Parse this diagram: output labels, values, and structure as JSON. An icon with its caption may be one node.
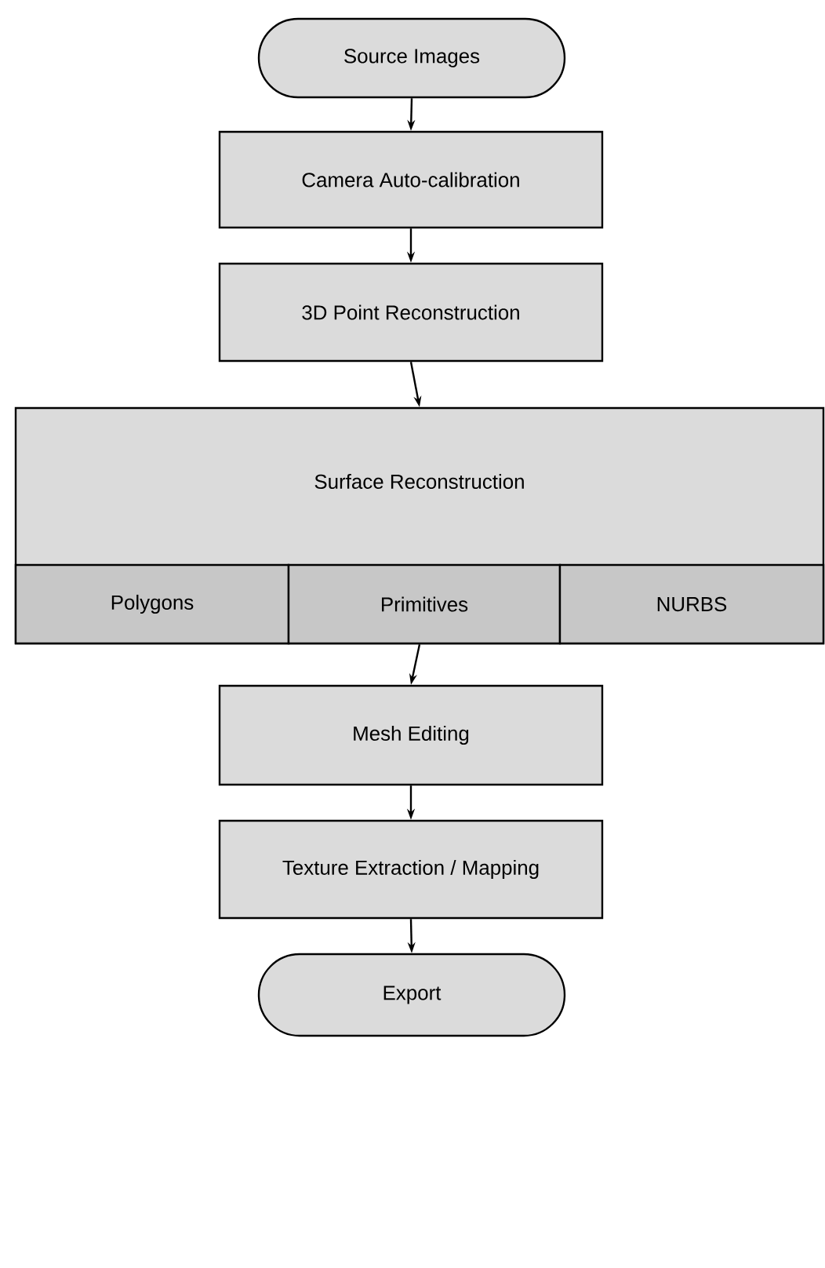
{
  "diagram": {
    "nodes": [
      {
        "text": [
          "Source Images"
        ]
      },
      {
        "text": [
          "Camera Auto-calibration"
        ]
      },
      {
        "text": [
          "3D Point Reconstruction"
        ]
      },
      {
        "text": [
          "Surface Reconstruction"
        ]
      },
      {
        "text": [
          "Polygons"
        ],
        "in": 3
      },
      {
        "text": [
          "Primitives"
        ],
        "in": 3
      },
      {
        "text": [
          "NURBS"
        ],
        "in": 3
      },
      {
        "text": [
          "Mesh Editing"
        ]
      },
      {
        "text": [
          "Texture Extraction / Mapping"
        ]
      },
      {
        "text": [
          "Export"
        ]
      }
    ],
    "edges": [
      {
        "from": 0,
        "to": 1,
        "arrow": "to"
      },
      {
        "from": 1,
        "to": 2,
        "arrow": "to"
      },
      {
        "from": 2,
        "to": 3,
        "arrow": "to"
      },
      {
        "from": 3,
        "to": 7,
        "arrow": "to"
      },
      {
        "from": 7,
        "to": 8,
        "arrow": "to"
      },
      {
        "from": 8,
        "to": 9,
        "arrow": "to"
      }
    ]
  }
}
